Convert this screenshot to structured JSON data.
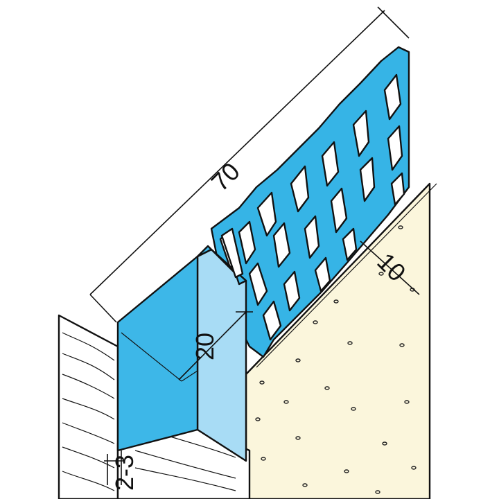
{
  "dimensions": {
    "total_width": "70",
    "mesh_width": "10",
    "profile_depth": "20",
    "gap": "2-3"
  },
  "colors": {
    "profile_face": "#3db7e8",
    "profile_side": "#a8dcf5",
    "mesh": "#36b4e6",
    "plaster": "#fbf6dc",
    "background": "#ffffff"
  }
}
